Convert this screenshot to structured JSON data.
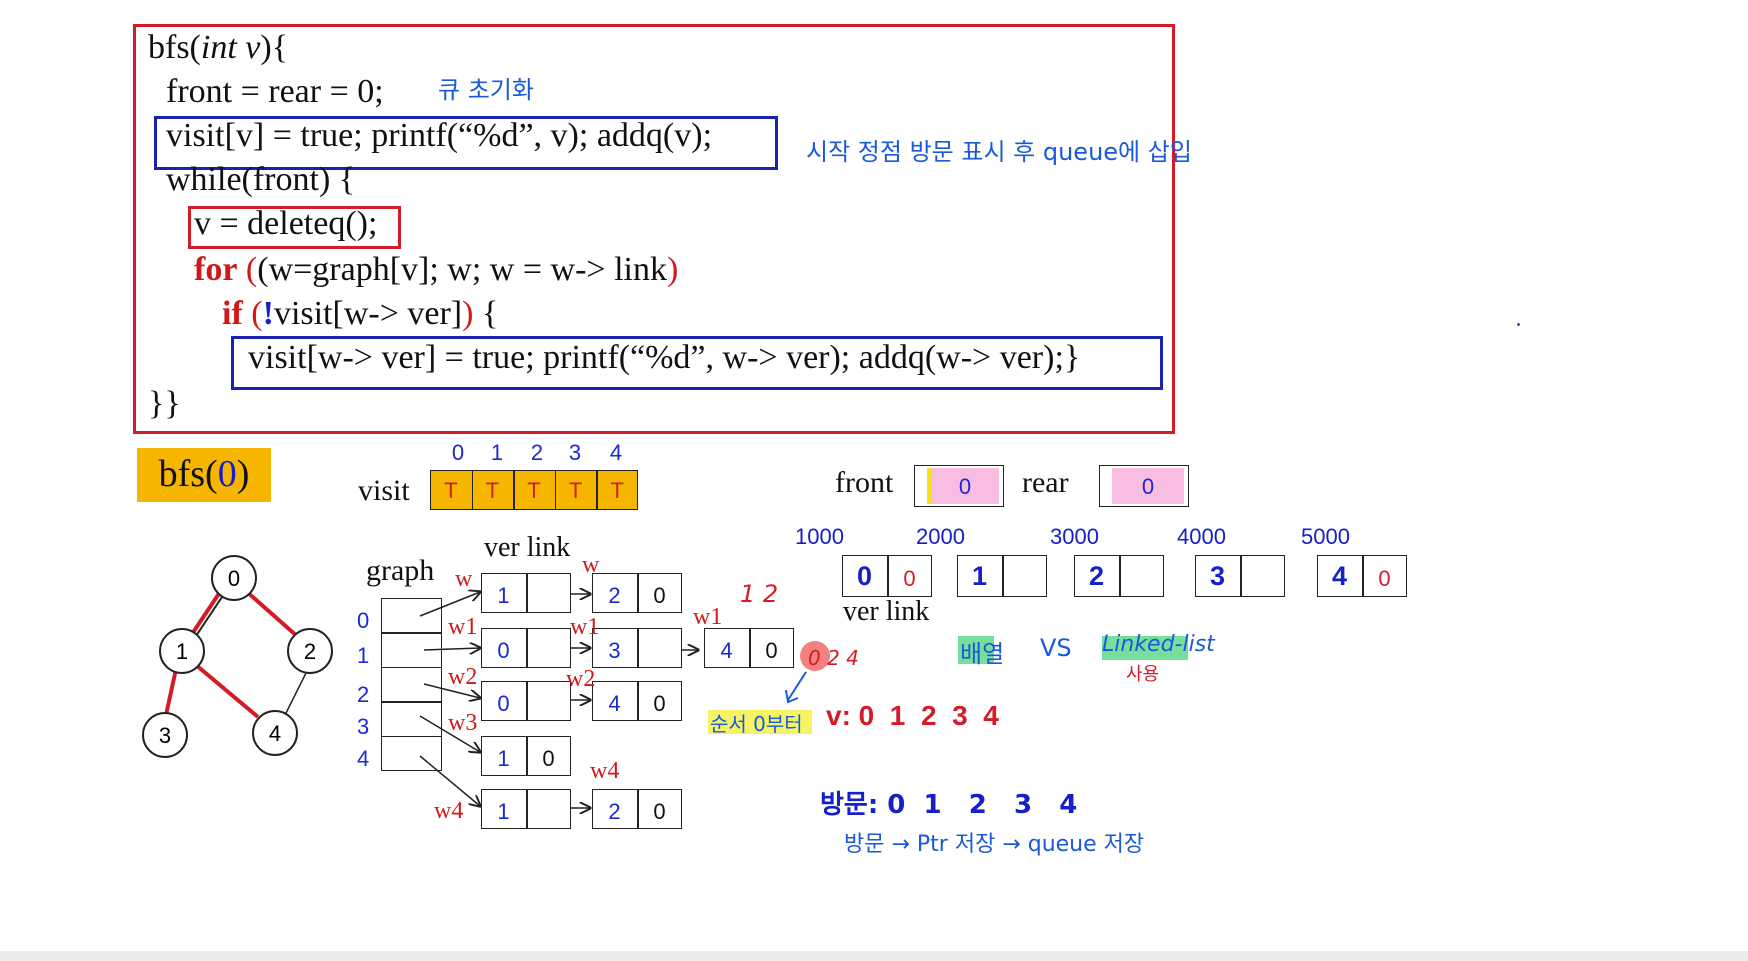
{
  "code": {
    "line1_a": "bfs(",
    "line1_b": "int",
    "line1_c": "v",
    "line1_d": "){",
    "line2": "front = rear = 0;",
    "line3": "visit[v] = true; printf(“%d”, v); addq(v);",
    "line4": "while(front) {",
    "line5": "v = deleteq();",
    "line6_kw": "for",
    "line6_rest": "(w=graph[v]; w; w = w-> link",
    "line6_close": ")",
    "line7_kw": "if",
    "line7_open": "(",
    "line7_bang": "!",
    "line7_rest": "visit[w-> ver]",
    "line7_close": ")",
    "line7_brace": " {",
    "line8": "visit[w-> ver] = true; printf(“%d”, w-> ver); addq(w-> ver);}",
    "line9": "}}"
  },
  "annotations": {
    "queue_init": "큐 초기화",
    "start_visit": "시작 정점 방문 표시 후 queue에 삽입",
    "array_vs": "배열",
    "vs": "VS",
    "linked_list": "Linked-list",
    "use": "사용",
    "order_from_zero": "순서 0부터",
    "visit_then": "방문 → Ptr 저장 → queue 저장",
    "handwritten_12": "1 2",
    "handwritten_seq": "0 2 4"
  },
  "call_label": "bfs(0)",
  "call_label_a": "bfs(",
  "call_label_b": "0",
  "call_label_c": ")",
  "visit_array": {
    "label": "visit",
    "indices": [
      "0",
      "1",
      "2",
      "3",
      "4"
    ],
    "values": [
      "T",
      "T",
      "T",
      "T",
      "T"
    ]
  },
  "queue": {
    "front_label": "front",
    "front_value": "0",
    "rear_label": "rear",
    "rear_value": "0"
  },
  "graph_nodes": [
    "0",
    "1",
    "2",
    "3",
    "4"
  ],
  "adjacency": {
    "graph_label": "graph",
    "ver_link_label": "ver link",
    "indices": [
      "0",
      "1",
      "2",
      "3",
      "4"
    ],
    "w_labels": [
      "w",
      "w1",
      "w2",
      "w3",
      "w4",
      "w",
      "w1",
      "w2",
      "w4",
      "w1"
    ],
    "row0": [
      "1",
      "2",
      "0"
    ],
    "row1": [
      "0",
      "3",
      "4",
      "0"
    ],
    "row2": [
      "0",
      "4",
      "0"
    ],
    "row3": [
      "1",
      "0"
    ],
    "row4": [
      "1",
      "2",
      "0"
    ]
  },
  "linked_nodes": {
    "addresses": [
      "1000",
      "2000",
      "3000",
      "4000",
      "5000"
    ],
    "vers": [
      "0",
      "1",
      "2",
      "3",
      "4"
    ],
    "link0": "0",
    "link4": "0",
    "ver_link_label": "ver  link"
  },
  "result_v": "v: 0  1  2  3  4",
  "result_visit": "방문: 0  1   2   3   4"
}
